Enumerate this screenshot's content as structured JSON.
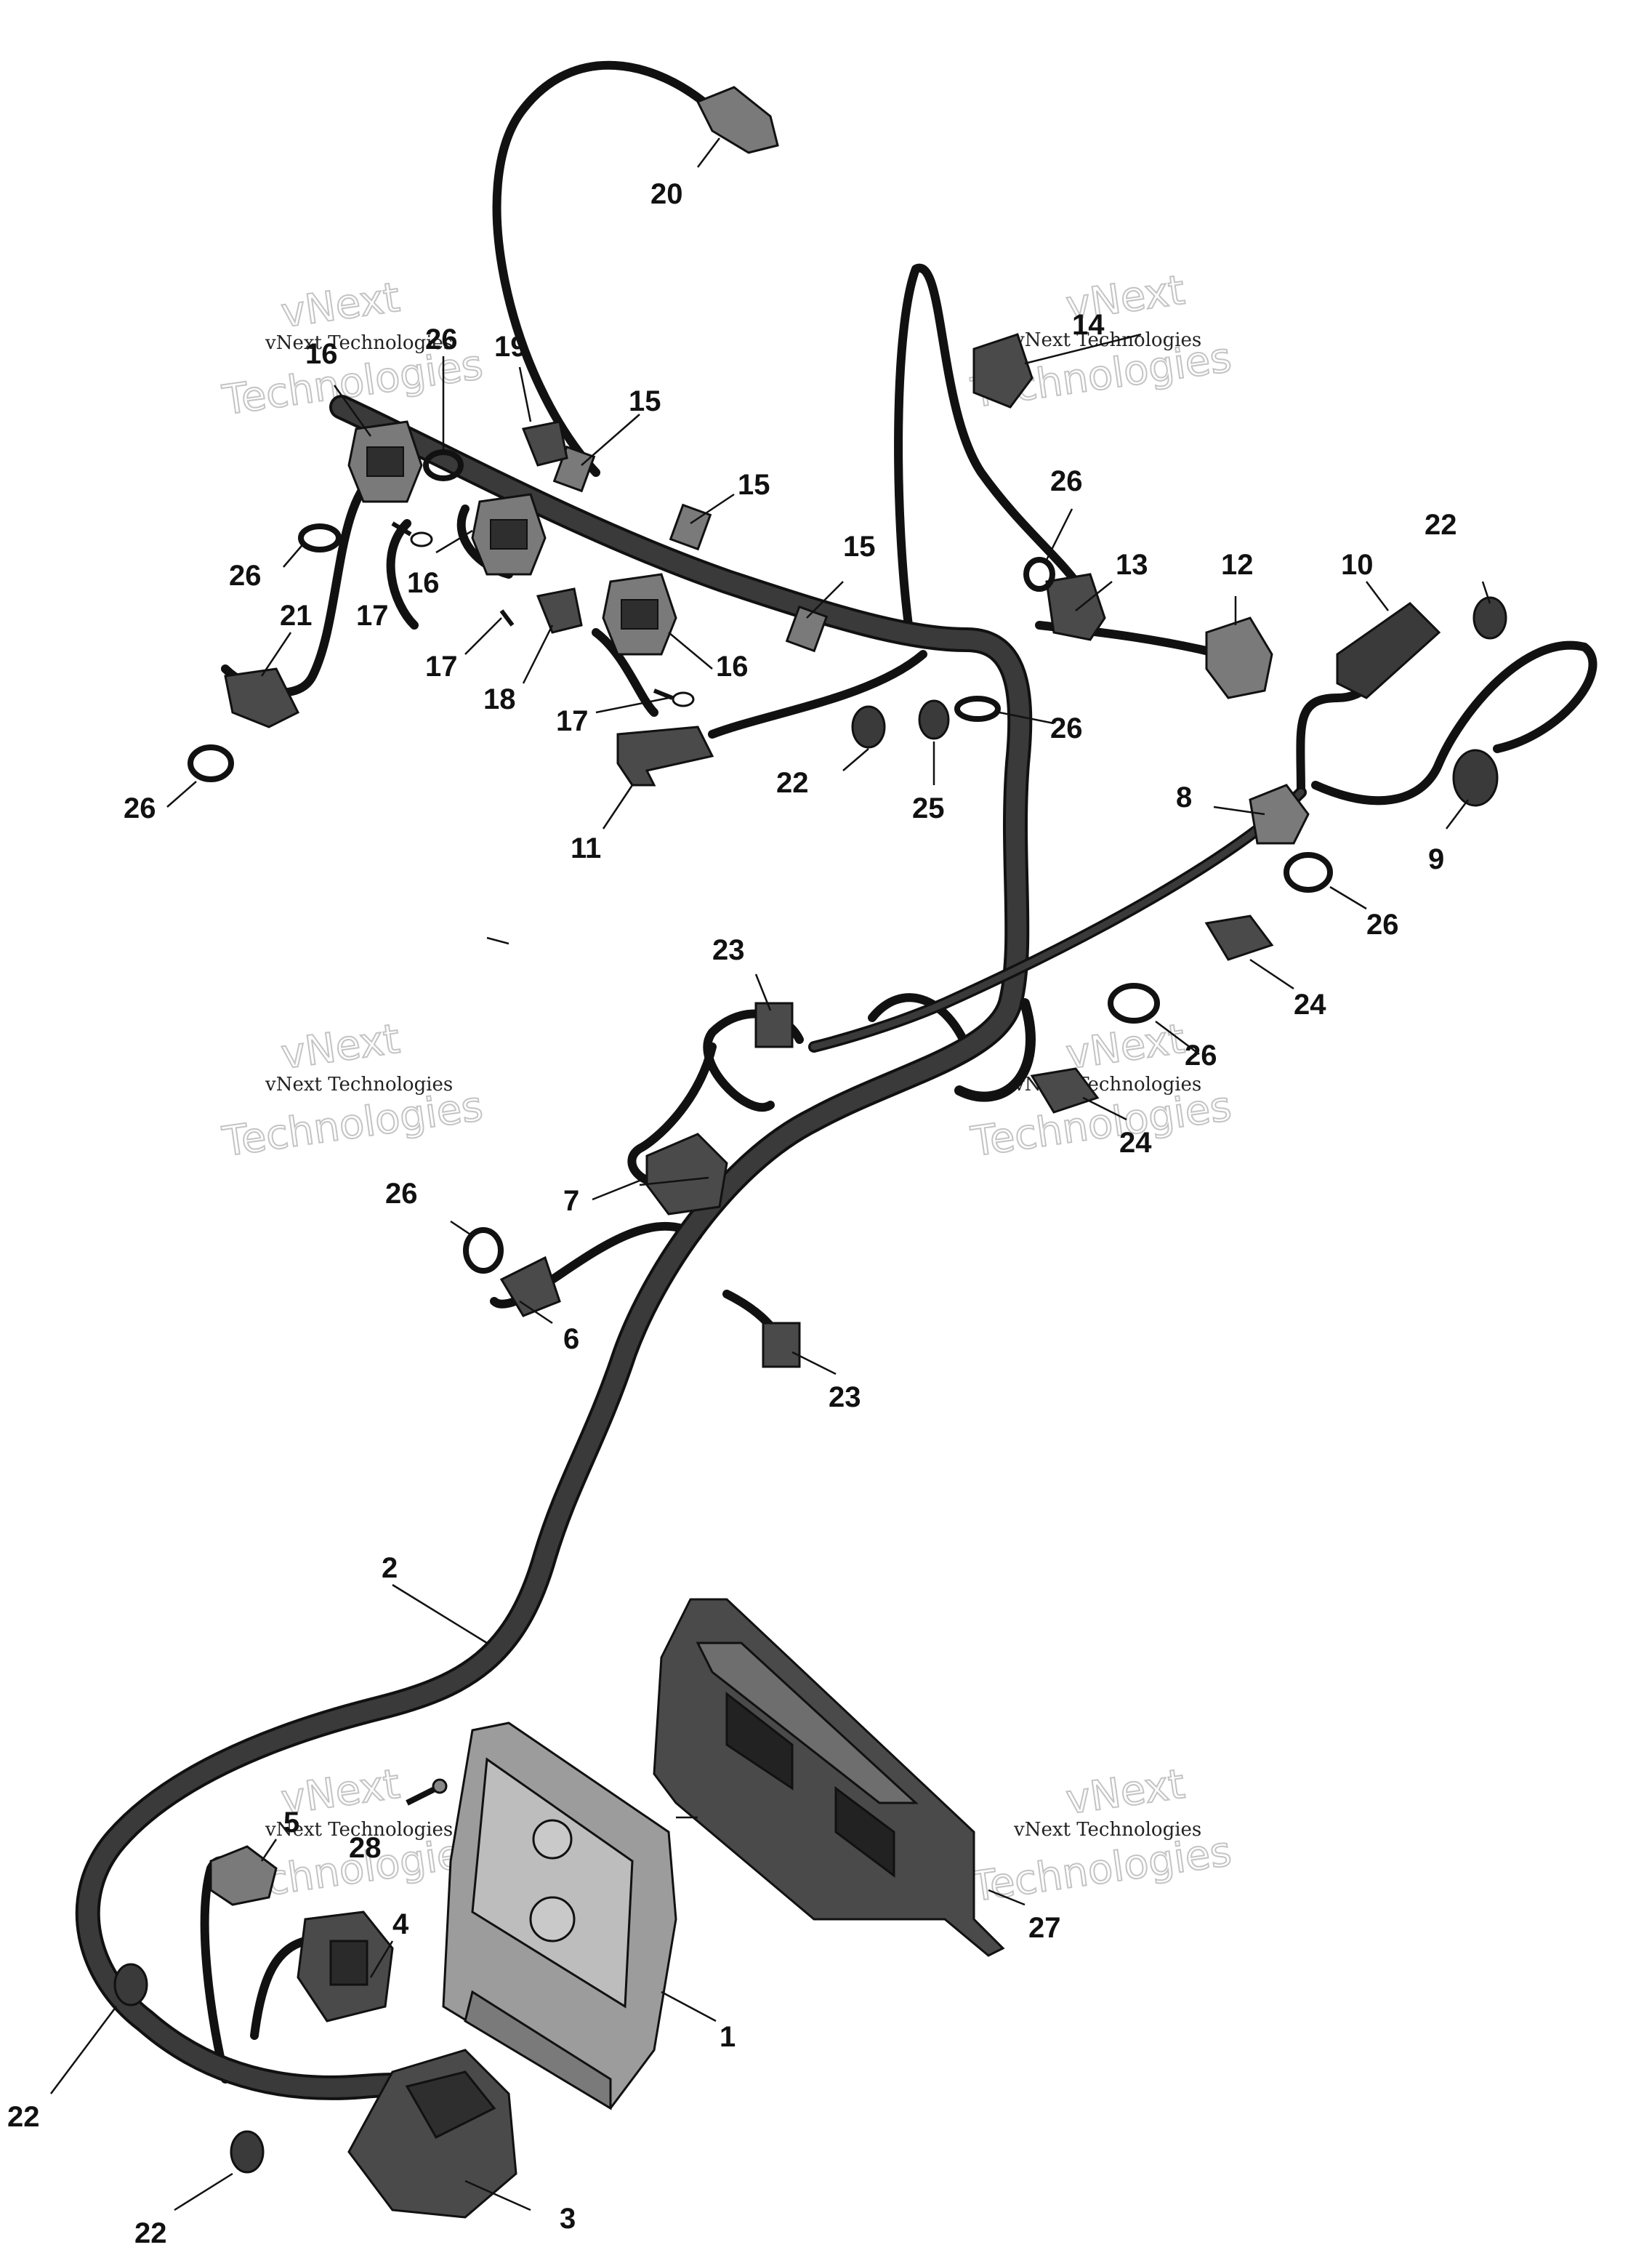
{
  "colors": {
    "harness": "#3a3a3a",
    "harness_outline": "#111111",
    "part_dark": "#4a4a4a",
    "part_mid": "#7a7a7a",
    "part_light": "#a9a9a9",
    "ecm": "#b0b0b0",
    "callout": "#111111",
    "watermark_outline": "#c4c4c4"
  },
  "watermark": {
    "small_text": "vNext Technologies",
    "big_line1": "vNext",
    "big_line2": "Technologies"
  },
  "callouts": [
    "1",
    "2",
    "3",
    "4",
    "5",
    "6",
    "7",
    "8",
    "9",
    "10",
    "11",
    "12",
    "13",
    "14",
    "15",
    "16",
    "17",
    "18",
    "19",
    "20",
    "21",
    "22",
    "23",
    "24",
    "25",
    "26",
    "27",
    "28"
  ]
}
